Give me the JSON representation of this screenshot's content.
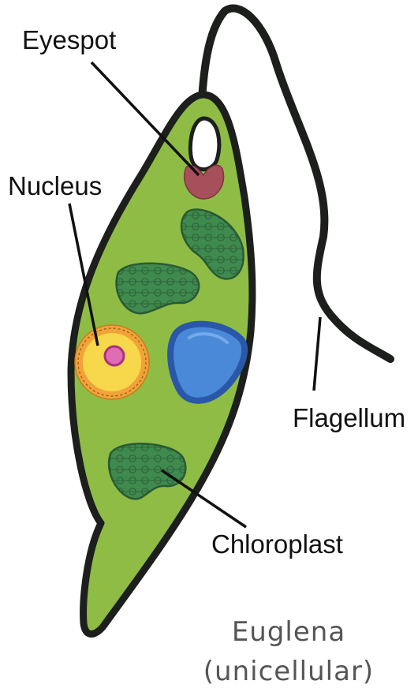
{
  "labels": {
    "eyespot": "Eyespot",
    "nucleus": "Nucleus",
    "flagellum": "Flagellum",
    "chloroplast": "Chloroplast"
  },
  "caption": {
    "name": "Euglena",
    "type": "(unicellular)"
  },
  "colors": {
    "cell_fill": "#8fbc45",
    "outline": "#1c1f1c",
    "eyespot": "#a84f5c",
    "chloroplast_fill": "#3f8a4e",
    "chloroplast_stroke": "#2a5b34",
    "nucleus_outer": "#f2a23a",
    "nucleus_inner": "#f7d84a",
    "nucleolus": "#e06bb5",
    "vacuole": "#4a89d8",
    "vacuole_stroke": "#2b57a8"
  },
  "icons": {
    "cell": "euglena-cell",
    "flagellum": "flagellum-strand",
    "eyespot": "eyespot-shape",
    "nucleus": "nucleus-circle",
    "vacuole": "contractile-vacuole",
    "chloroplast": "chloroplast-shape"
  }
}
